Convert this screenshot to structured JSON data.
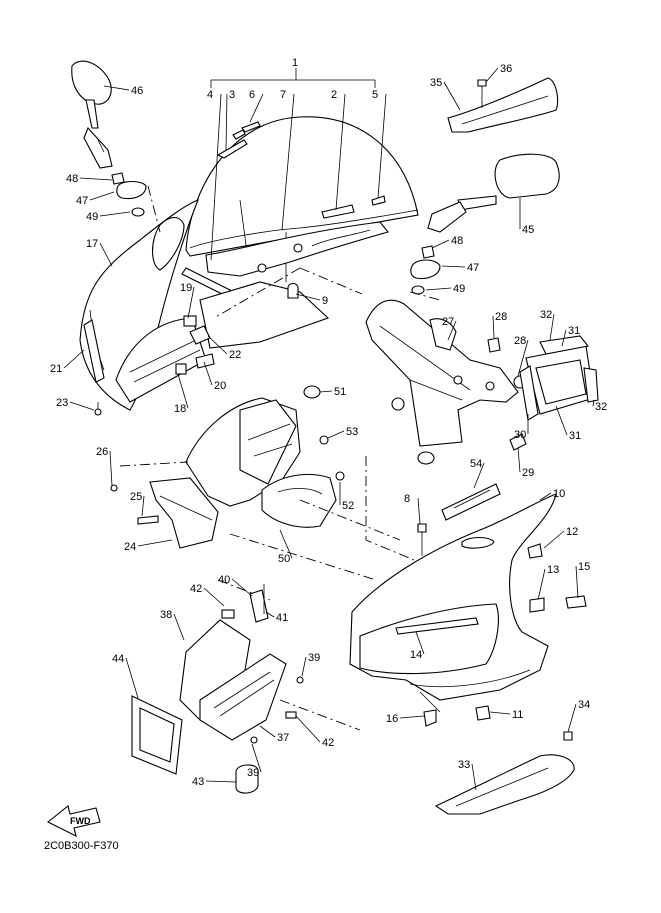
{
  "diagram": {
    "code": "2C0B300-F370",
    "fwd_label": "FWD",
    "labels": [
      "1",
      "2",
      "3",
      "4",
      "5",
      "6",
      "7",
      "8",
      "9",
      "10",
      "11",
      "12",
      "13",
      "14",
      "15",
      "16",
      "17",
      "18",
      "19",
      "20",
      "21",
      "22",
      "23",
      "24",
      "25",
      "26",
      "27",
      "28",
      "28",
      "29",
      "30",
      "31",
      "31",
      "32",
      "32",
      "33",
      "34",
      "35",
      "36",
      "37",
      "38",
      "39",
      "39",
      "40",
      "41",
      "42",
      "42",
      "43",
      "44",
      "45",
      "46",
      "47",
      "47",
      "48",
      "48",
      "49",
      "49",
      "50",
      "51",
      "52",
      "53",
      "54"
    ]
  }
}
